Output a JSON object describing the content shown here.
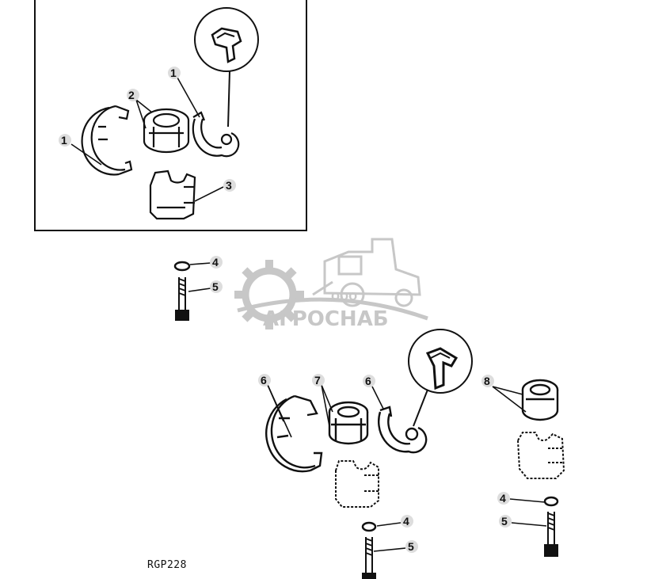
{
  "figure": {
    "code": "RGP228",
    "colors": {
      "ink": "#111111",
      "watermark": "#9a9a9a"
    }
  },
  "callouts": {
    "inset_1a": "1",
    "inset_2": "2",
    "inset_1b": "1",
    "inset_3": "3",
    "bolt_left_4": "4",
    "bolt_left_5": "5",
    "main_6a": "6",
    "main_7": "7",
    "main_6b": "6",
    "main_8": "8",
    "right_4": "4",
    "right_5": "5",
    "bottom_4": "4",
    "bottom_5": "5"
  },
  "watermark": {
    "prefix": "ООО",
    "brand": "АГРОСНАБ",
    "icon": "gear-tractor-logo"
  }
}
